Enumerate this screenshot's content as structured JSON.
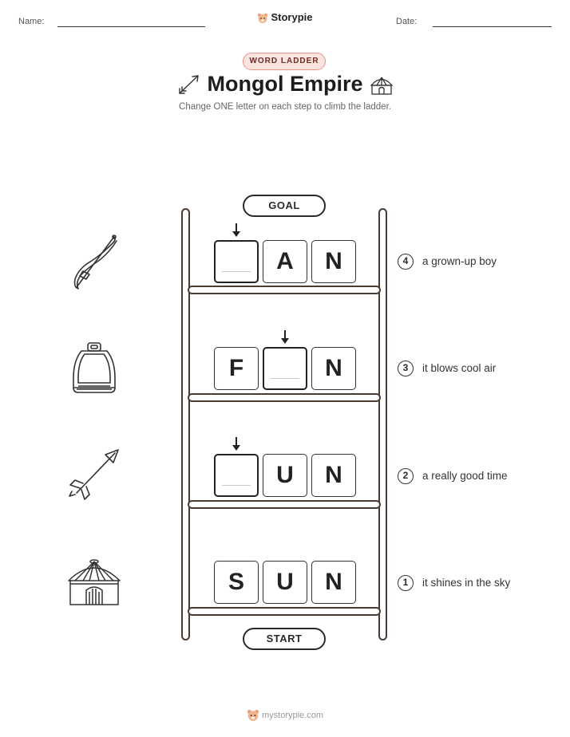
{
  "header": {
    "name_label": "Name:",
    "date_label": "Date:",
    "brand": "Storypie"
  },
  "badge": "WORD LADDER",
  "title": "Mongol Empire",
  "subtitle": "Change ONE letter on each step to climb the ladder.",
  "ladder": {
    "goal_label": "GOAL",
    "start_label": "START"
  },
  "rungs": [
    {
      "number": "4",
      "clue": "a grown-up boy",
      "letters": [
        "",
        "A",
        "N"
      ],
      "icon": "bow-icon"
    },
    {
      "number": "3",
      "clue": "it blows cool air",
      "letters": [
        "F",
        "",
        "N"
      ],
      "icon": "stirrup-icon"
    },
    {
      "number": "2",
      "clue": "a really good time",
      "letters": [
        "",
        "U",
        "N"
      ],
      "icon": "arrow-icon"
    },
    {
      "number": "1",
      "clue": "it shines in the sky",
      "letters": [
        "S",
        "U",
        "N"
      ],
      "icon": "yurt-icon"
    }
  ],
  "footer": "mystorypie.com"
}
